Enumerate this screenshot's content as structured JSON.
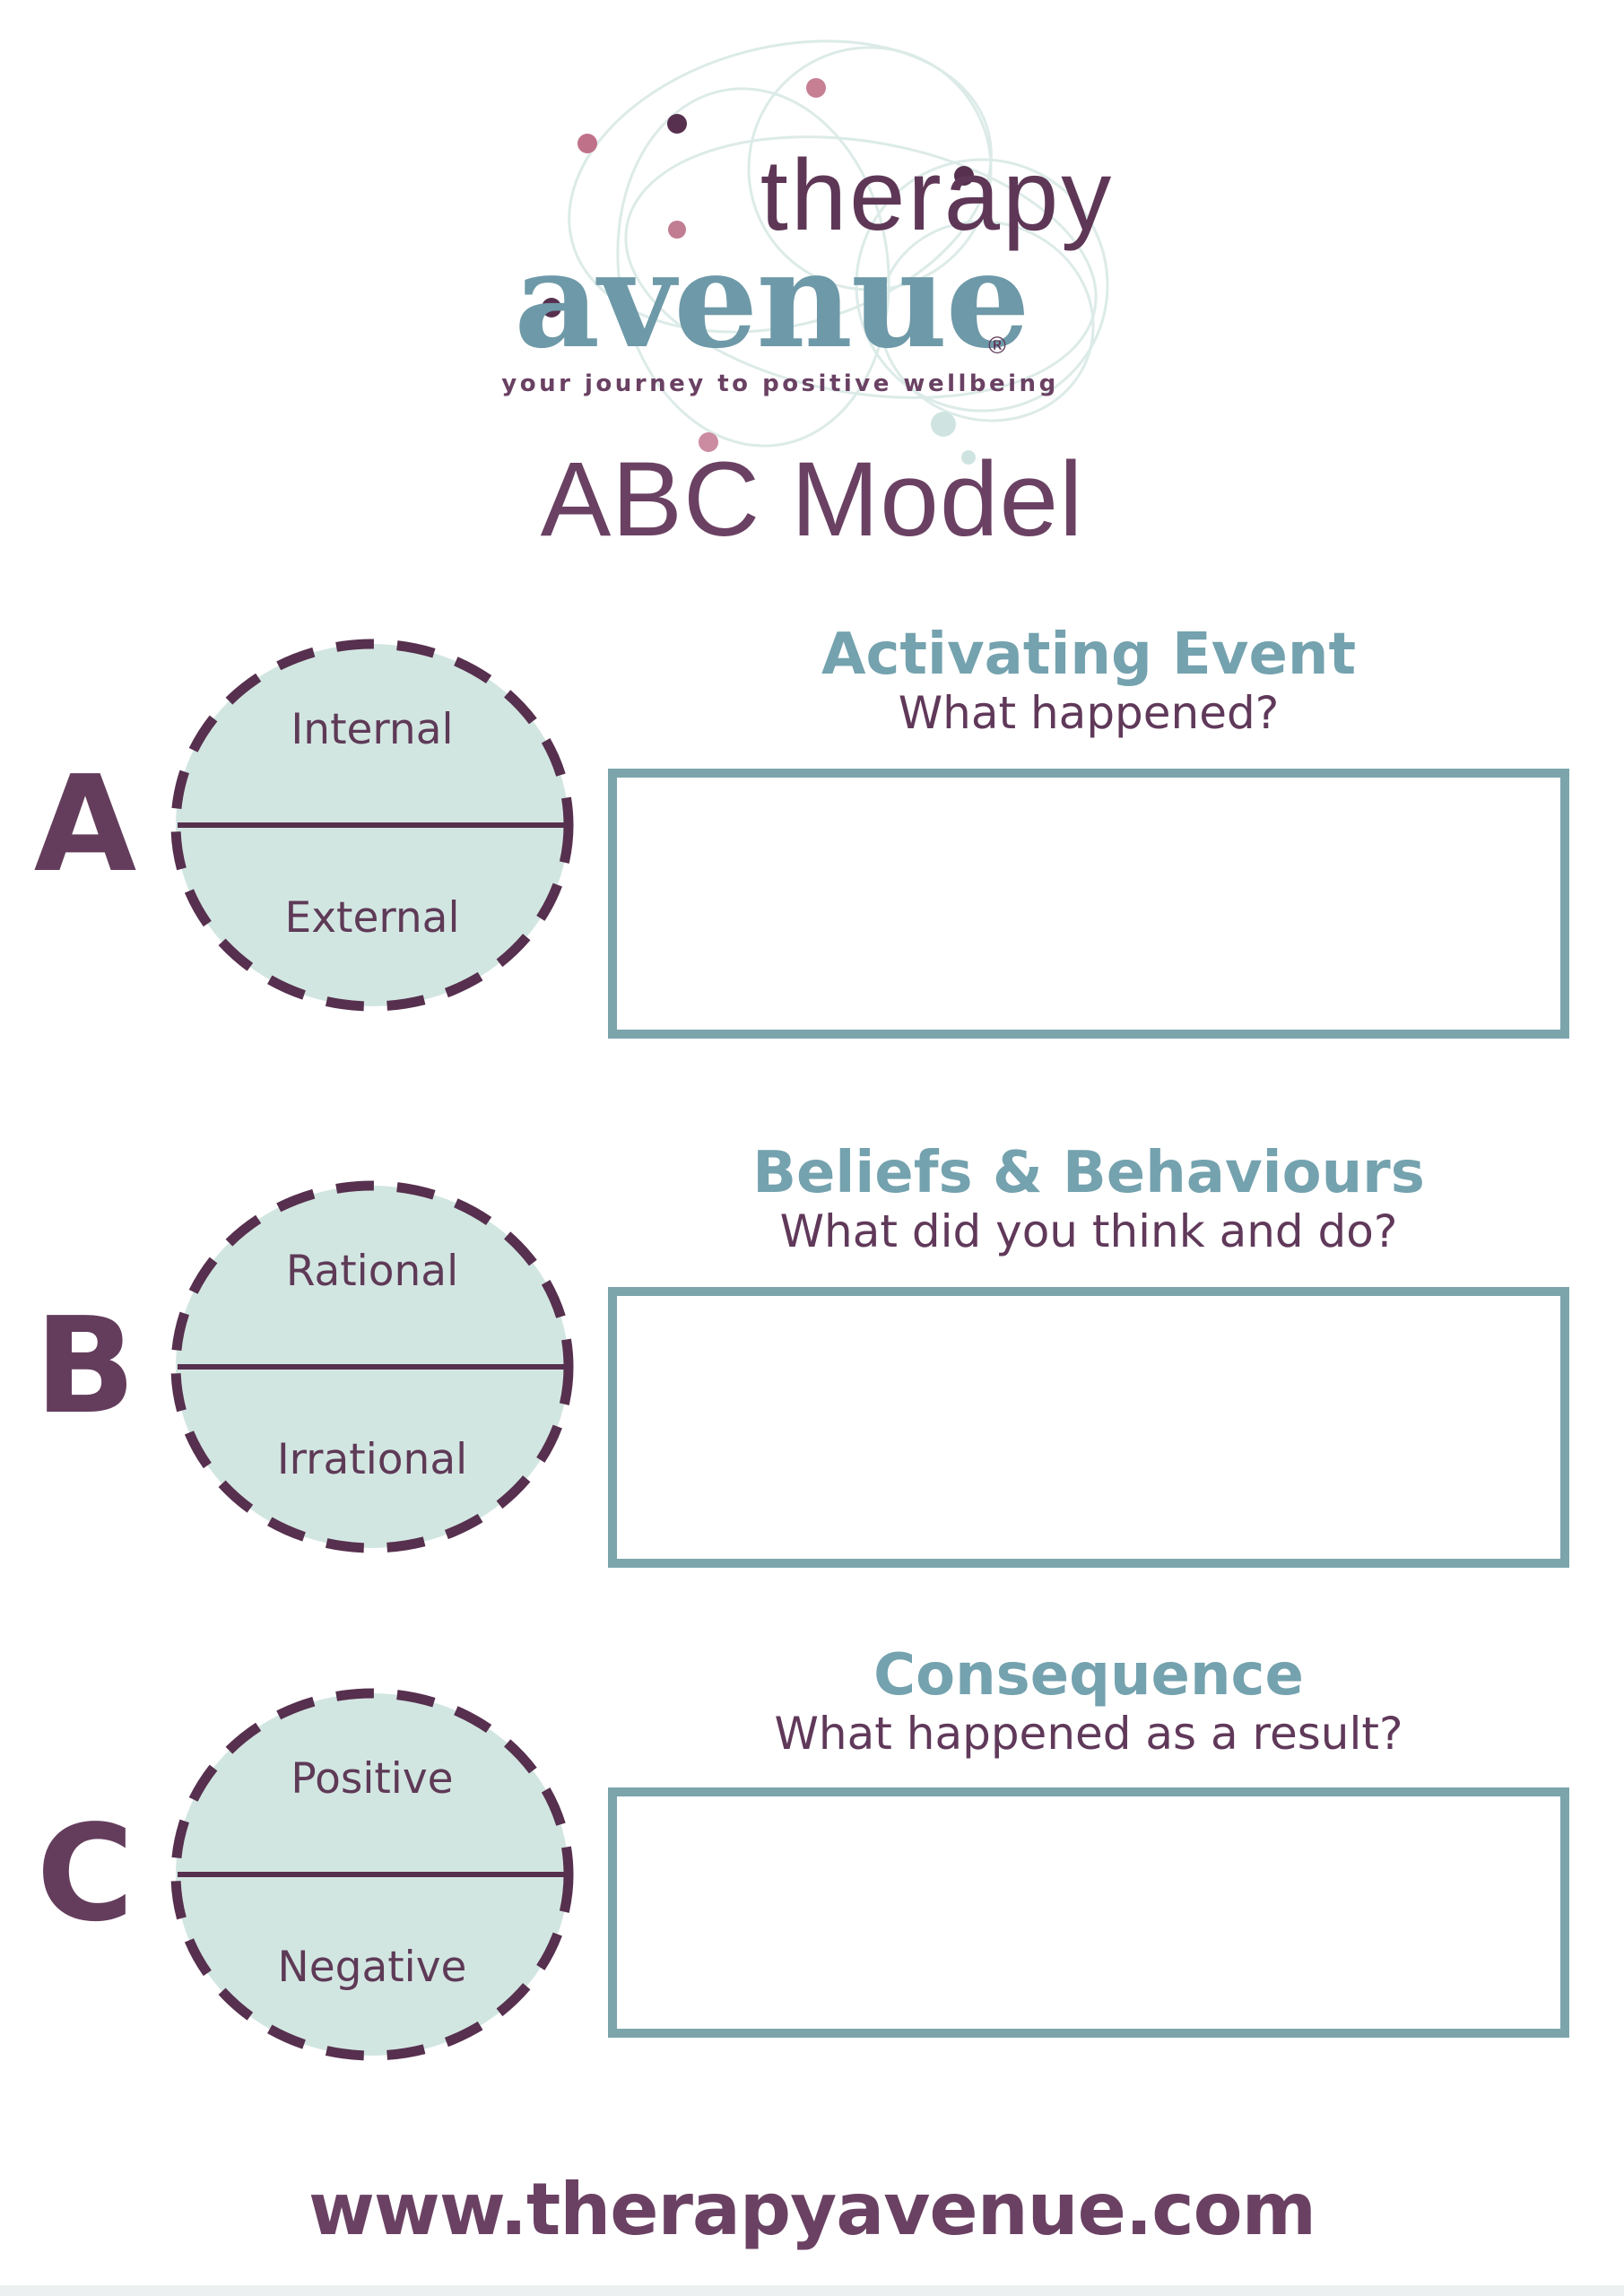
{
  "logo": {
    "line1": "therapy",
    "line2": "avenue",
    "registered": "®",
    "tagline": "your journey to positive wellbeing"
  },
  "title": "ABC Model",
  "sections": [
    {
      "letter": "A",
      "circle_top_label": "Internal",
      "circle_bottom_label": "External",
      "heading": "Activating Event",
      "question": "What happened?",
      "answer_value": ""
    },
    {
      "letter": "B",
      "circle_top_label": "Rational",
      "circle_bottom_label": "Irrational",
      "heading": "Beliefs & Behaviours",
      "question": "What did you think and do?",
      "answer_value": ""
    },
    {
      "letter": "C",
      "circle_top_label": "Positive",
      "circle_bottom_label": "Negative",
      "heading": "Consequence",
      "question": "What happened as a result?",
      "answer_value": ""
    }
  ],
  "footer": {
    "url": "www.therapyavenue.com"
  },
  "colors": {
    "heading_teal": "#74a2ae",
    "box_border_teal": "#7ba5ab",
    "circle_fill_mint": "#d2e6e1",
    "dash_plum": "#56304e",
    "text_purple": "#60395a",
    "title_purple": "#6a4163",
    "logo_teal": "#6e99a8",
    "logo_ellipse_teal": "#dcebe8",
    "dot_rose": "#c77f93",
    "dot_plum": "#56304e"
  }
}
